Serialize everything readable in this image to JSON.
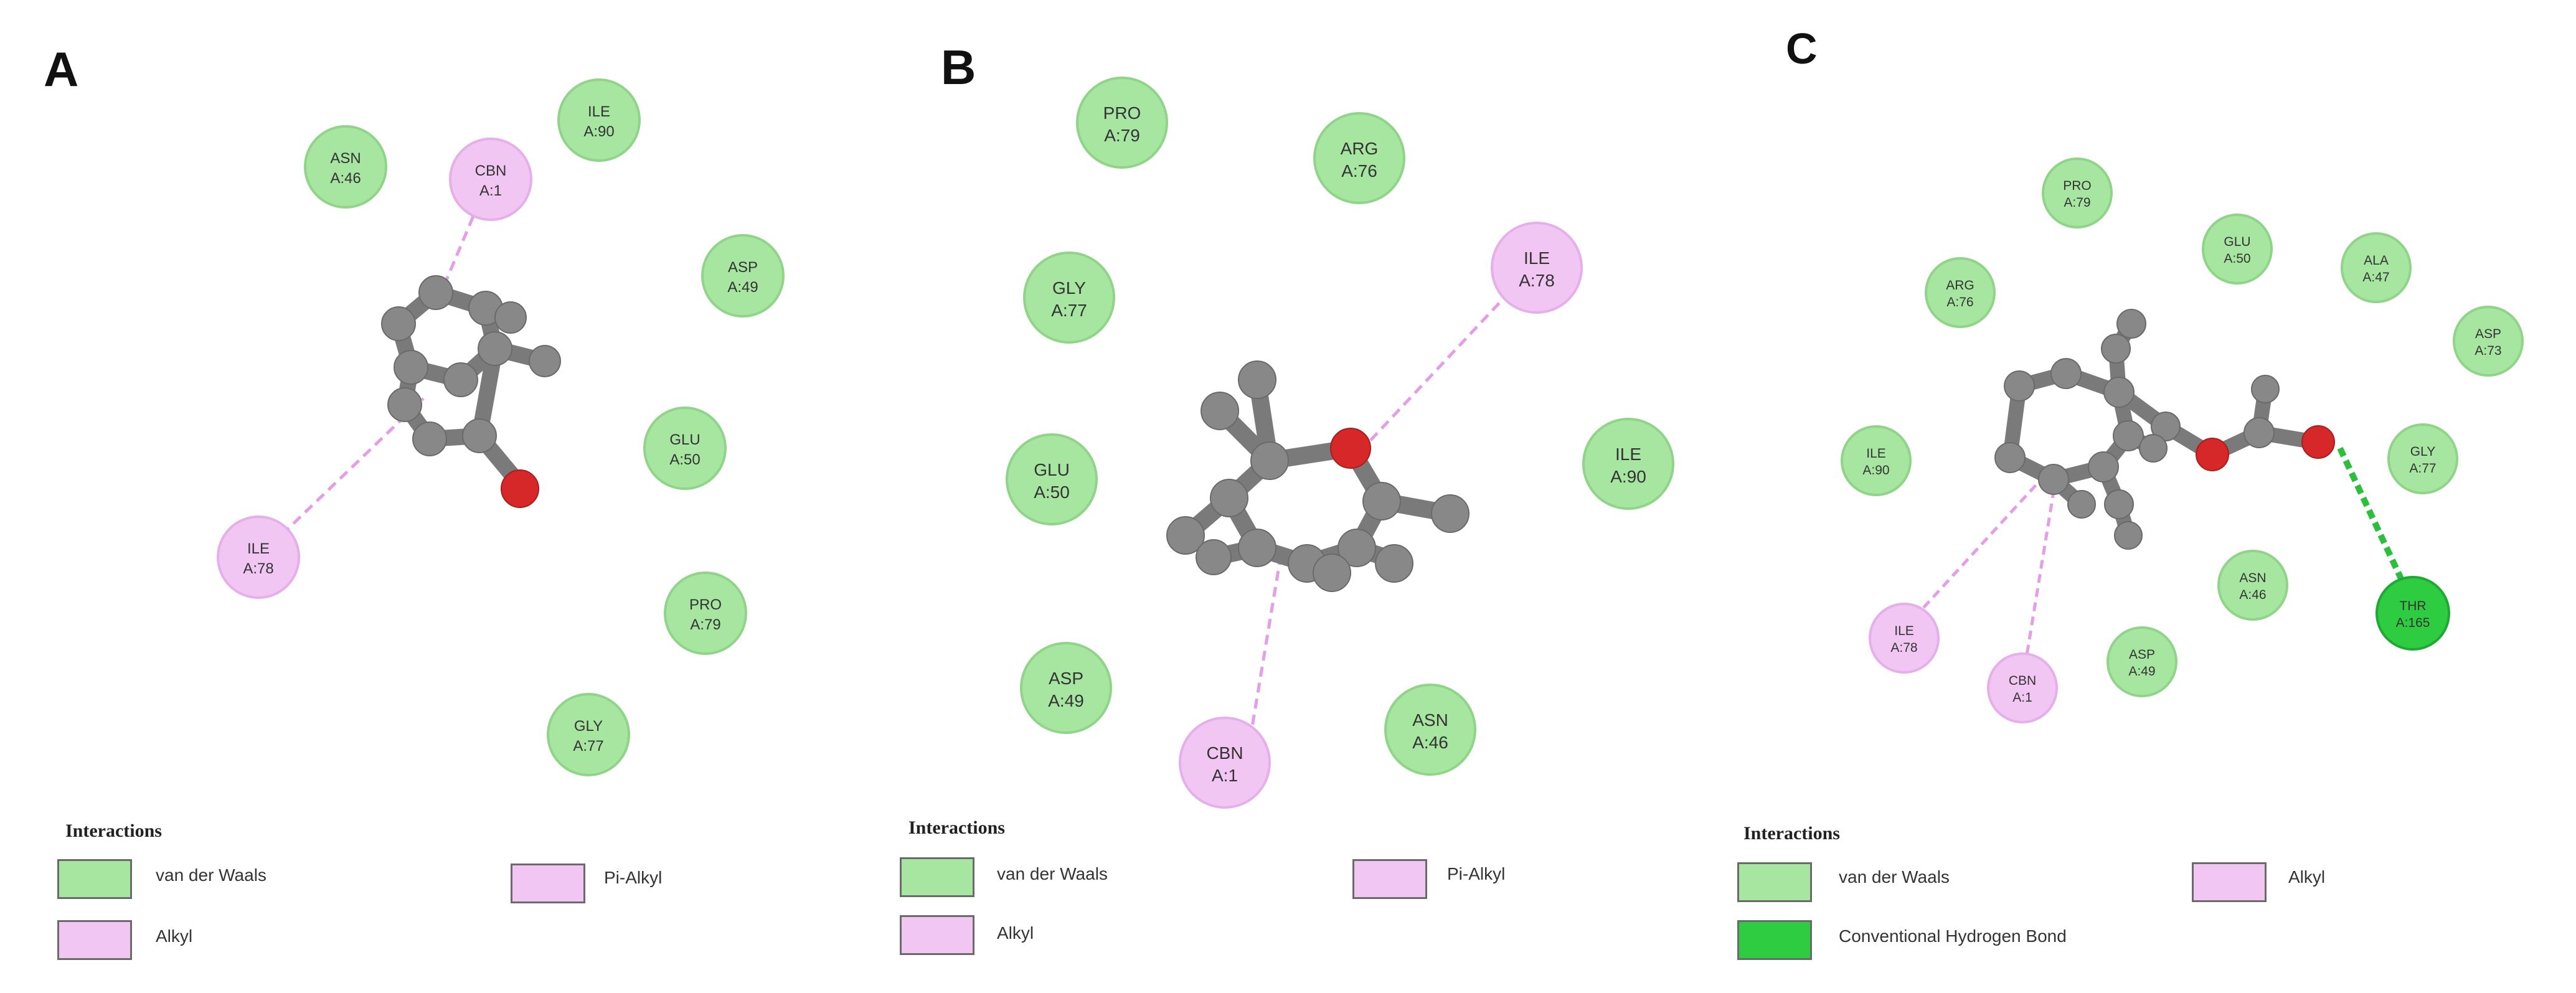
{
  "colors": {
    "vdw": "#a6e6a0",
    "vdw_stroke": "#8fd488",
    "alkyl": "#f1c6f3",
    "alkyl_stroke": "#e6aeea",
    "hbond": "#2ecc40",
    "hbond_stroke": "#1fa833",
    "atom_carbon": "#888888",
    "atom_oxygen": "#d62828",
    "alkyl_line": "#e49de6",
    "hbond_line": "#2bbf3c"
  },
  "panels": [
    {
      "letter": "A",
      "legend": {
        "title": "Interactions",
        "items": [
          {
            "label": "van der Waals",
            "type": "vdw"
          },
          {
            "label": "Alkyl",
            "type": "alkyl"
          },
          {
            "label": "Pi-Alkyl",
            "type": "alkyl"
          }
        ]
      },
      "residues": [
        {
          "name": "ASN",
          "id": "A:46",
          "type": "vdw"
        },
        {
          "name": "ILE",
          "id": "A:90",
          "type": "vdw"
        },
        {
          "name": "CBN",
          "id": "A:1",
          "type": "alkyl"
        },
        {
          "name": "ASP",
          "id": "A:49",
          "type": "vdw"
        },
        {
          "name": "GLU",
          "id": "A:50",
          "type": "vdw"
        },
        {
          "name": "ILE",
          "id": "A:78",
          "type": "alkyl"
        },
        {
          "name": "PRO",
          "id": "A:79",
          "type": "vdw"
        },
        {
          "name": "GLY",
          "id": "A:77",
          "type": "vdw"
        }
      ]
    },
    {
      "letter": "B",
      "legend": {
        "title": "Interactions",
        "items": [
          {
            "label": "van der Waals",
            "type": "vdw"
          },
          {
            "label": "Alkyl",
            "type": "alkyl"
          },
          {
            "label": "Pi-Alkyl",
            "type": "alkyl"
          }
        ]
      },
      "residues": [
        {
          "name": "PRO",
          "id": "A:79",
          "type": "vdw"
        },
        {
          "name": "ARG",
          "id": "A:76",
          "type": "vdw"
        },
        {
          "name": "GLY",
          "id": "A:77",
          "type": "vdw"
        },
        {
          "name": "ILE",
          "id": "A:78",
          "type": "alkyl"
        },
        {
          "name": "GLU",
          "id": "A:50",
          "type": "vdw"
        },
        {
          "name": "ILE",
          "id": "A:90",
          "type": "vdw"
        },
        {
          "name": "ASP",
          "id": "A:49",
          "type": "vdw"
        },
        {
          "name": "CBN",
          "id": "A:1",
          "type": "alkyl"
        },
        {
          "name": "ASN",
          "id": "A:46",
          "type": "vdw"
        }
      ]
    },
    {
      "letter": "C",
      "legend": {
        "title": "Interactions",
        "items": [
          {
            "label": "van der Waals",
            "type": "vdw"
          },
          {
            "label": "Conventional Hydrogen Bond",
            "type": "hbond"
          },
          {
            "label": "Alkyl",
            "type": "alkyl"
          }
        ]
      },
      "residues": [
        {
          "name": "PRO",
          "id": "A:79",
          "type": "vdw"
        },
        {
          "name": "GLU",
          "id": "A:50",
          "type": "vdw"
        },
        {
          "name": "ALA",
          "id": "A:47",
          "type": "vdw"
        },
        {
          "name": "ARG",
          "id": "A:76",
          "type": "vdw"
        },
        {
          "name": "ASP",
          "id": "A:73",
          "type": "vdw"
        },
        {
          "name": "ILE",
          "id": "A:90",
          "type": "vdw"
        },
        {
          "name": "GLY",
          "id": "A:77",
          "type": "vdw"
        },
        {
          "name": "ASN",
          "id": "A:46",
          "type": "vdw"
        },
        {
          "name": "THR",
          "id": "A:165",
          "type": "hbond"
        },
        {
          "name": "ILE",
          "id": "A:78",
          "type": "alkyl"
        },
        {
          "name": "CBN",
          "id": "A:1",
          "type": "alkyl"
        },
        {
          "name": "ASP",
          "id": "A:49",
          "type": "vdw"
        }
      ]
    }
  ]
}
